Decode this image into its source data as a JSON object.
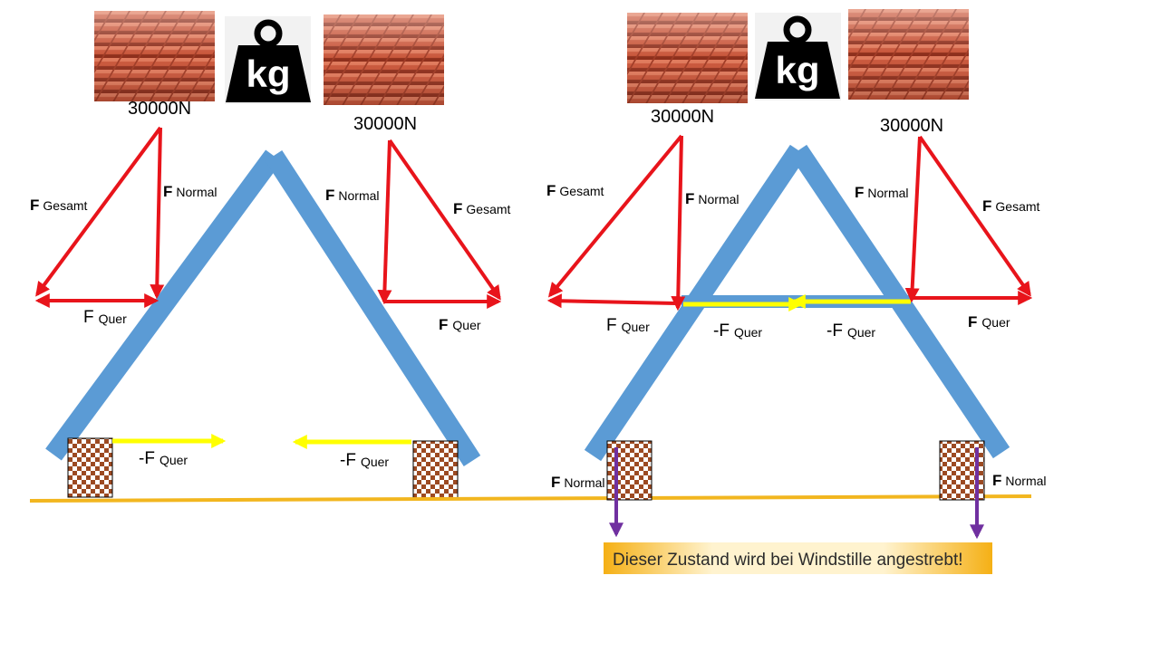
{
  "colors": {
    "beam": "#5b9bd5",
    "force_arrow": "#e8141b",
    "counter_arrow": "#ffff00",
    "support_arrow": "#7030a0",
    "ground": "#f2b61f",
    "banner": "#f5b015",
    "tile_base": "#c9563a",
    "checker_dark": "#9c4a22"
  },
  "icons": {
    "weight": "weight-kg-icon",
    "tiles": "roof-tiles-image"
  },
  "weight_label": "kg",
  "left": {
    "load_left": "30000N",
    "load_right": "30000N",
    "f": "F",
    "gesamt": "Gesamt",
    "normal": "Normal",
    "quer": "Quer",
    "neg_f": "-F"
  },
  "right": {
    "load_left": "30000N",
    "load_right": "30000N",
    "f": "F",
    "gesamt": "Gesamt",
    "normal": "Normal",
    "quer": "Quer",
    "neg_f": "-F"
  },
  "banner": "Dieser Zustand wird bei Windstille angestrebt!"
}
